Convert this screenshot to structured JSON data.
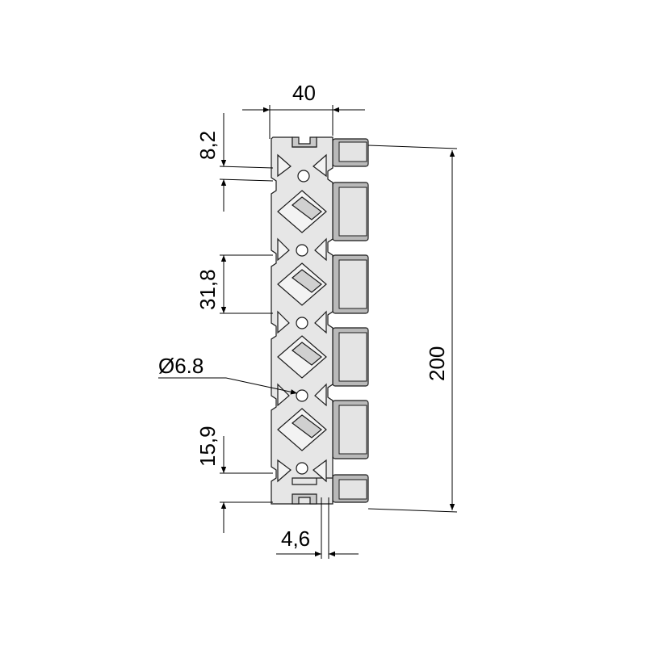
{
  "drawing": {
    "subject": "aluminium extrusion profile",
    "dimensions": {
      "width": "40",
      "slot_top": "8,2",
      "pitch": "31,8",
      "hole": "Ø6.8",
      "slot_bottom": "15,9",
      "height": "200",
      "slot_width": "4,6"
    },
    "colors": {
      "face": "#e6e6e6",
      "side": "#b9b9b9",
      "edge": "#1a1a1a",
      "line": "#000000"
    }
  }
}
